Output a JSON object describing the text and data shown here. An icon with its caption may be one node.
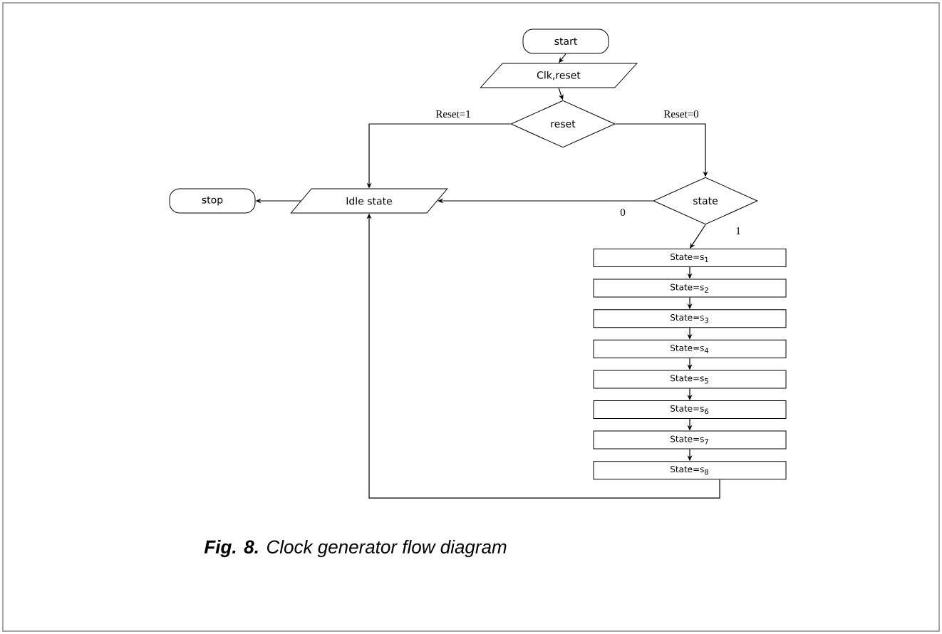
{
  "diagram": {
    "caption": "**Fig. 8.** Clock generator flow diagram",
    "nodes": [
      {
        "text": [
          "start"
        ]
      },
      {
        "text": [
          "Clk,reset"
        ]
      },
      {
        "text": [
          "reset"
        ]
      },
      {
        "text": [
          "stop"
        ]
      },
      {
        "text": [
          "Idle state"
        ]
      },
      {
        "text": [
          "state"
        ]
      },
      {
        "text": [
          "State=s$_{1}$"
        ]
      },
      {
        "text": [
          "State=s$_{2}$"
        ]
      },
      {
        "text": [
          "State=s$_{3}$"
        ]
      },
      {
        "text": [
          "State=s$_{4}$"
        ]
      },
      {
        "text": [
          "State=s$_{5}$"
        ]
      },
      {
        "text": [
          "State=s$_{6}$"
        ]
      },
      {
        "text": [
          "State=s$_{7}$"
        ]
      },
      {
        "text": [
          "State=s$_{8}$"
        ]
      }
    ],
    "edges": [
      {
        "from": 0,
        "to": 1,
        "arrow": "to"
      },
      {
        "from": 1,
        "to": 2,
        "arrow": "to"
      },
      {
        "from": 2,
        "to": 4,
        "arrow": "to",
        "label": "Reset=1"
      },
      {
        "from": 2,
        "to": 5,
        "arrow": "to",
        "label": "Reset=0"
      },
      {
        "from": 5,
        "to": 4,
        "arrow": "to",
        "label": "0"
      },
      {
        "from": 4,
        "to": 3,
        "arrow": "to"
      },
      {
        "from": 5,
        "to": 6,
        "arrow": "to",
        "label": "1"
      },
      {
        "from": 6,
        "to": 7,
        "arrow": "to"
      },
      {
        "from": 7,
        "to": 8,
        "arrow": "to"
      },
      {
        "from": 8,
        "to": 9,
        "arrow": "to"
      },
      {
        "from": 9,
        "to": 10,
        "arrow": "to"
      },
      {
        "from": 10,
        "to": 11,
        "arrow": "to"
      },
      {
        "from": 11,
        "to": 12,
        "arrow": "to"
      },
      {
        "from": 12,
        "to": 13,
        "arrow": "to"
      },
      {
        "from": 13,
        "to": 4,
        "arrow": "to"
      }
    ]
  }
}
